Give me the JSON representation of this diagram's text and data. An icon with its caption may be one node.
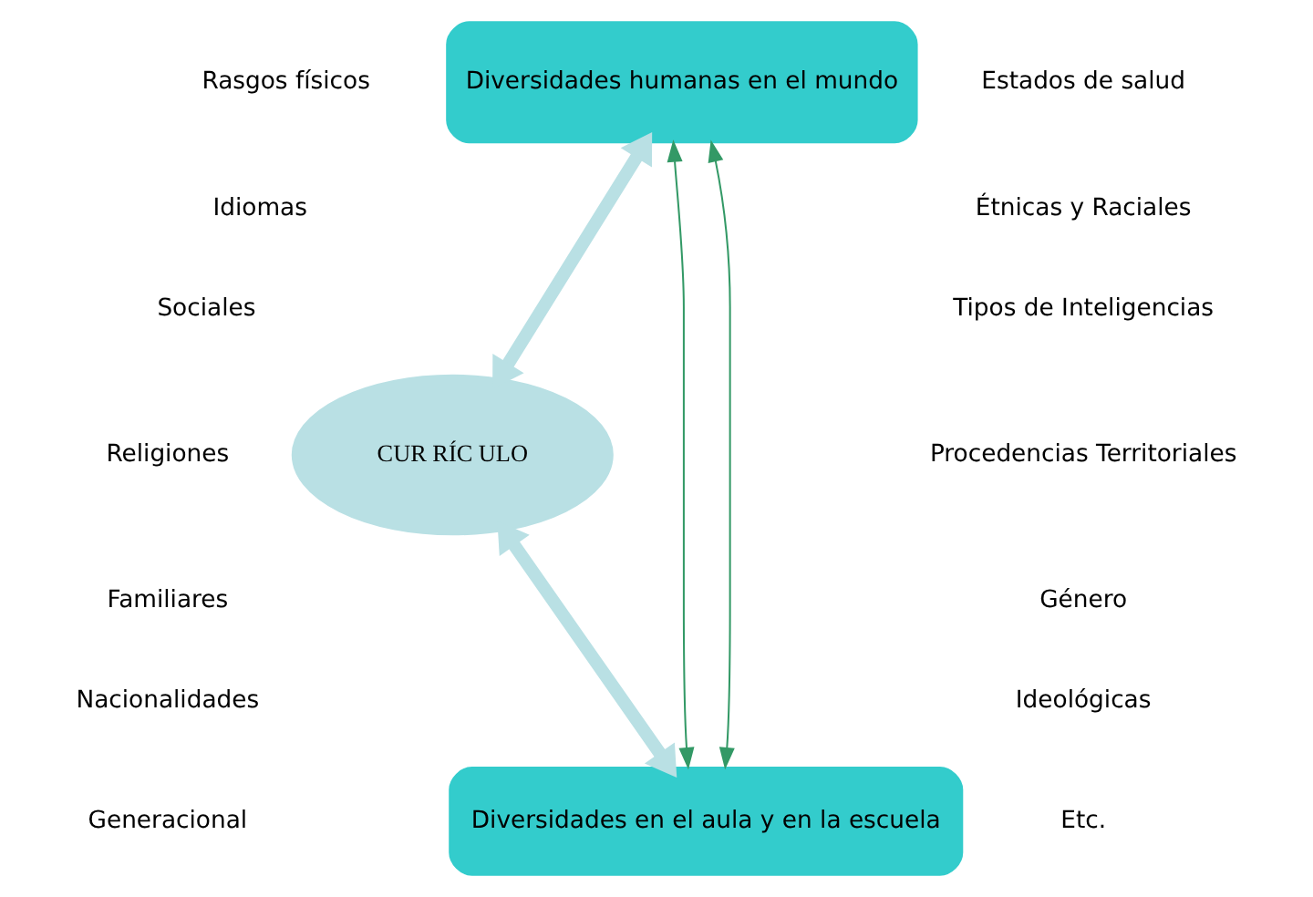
{
  "diagram": {
    "nodes": [
      {
        "text": [
          "Diversidades humanas en el mundo"
        ]
      },
      {
        "text": [
          "CUR RÍC ULO"
        ]
      },
      {
        "text": [
          "Diversidades en el aula y en la escuela"
        ]
      }
    ],
    "edges": [
      {
        "from": 0,
        "to": 1,
        "arrow": "both",
        "style": "thick",
        "color": "#b9e0e4"
      },
      {
        "from": 1,
        "to": 2,
        "arrow": "both",
        "style": "thick",
        "color": "#b9e0e4"
      },
      {
        "from": 0,
        "to": 2,
        "arrow": "both",
        "color": "#339966"
      },
      {
        "from": 0,
        "to": 2,
        "arrow": "both",
        "color": "#339966"
      }
    ],
    "labels": [
      "Rasgos físicos",
      "Idiomas",
      "Sociales",
      "Religiones",
      "Familiares",
      "Nacionalidades",
      "Generacional",
      "Estados de salud",
      "Étnicas y Raciales",
      "Tipos de Inteligencias",
      "Procedencias Territoriales",
      "Género",
      "Ideológicas",
      "Etc."
    ]
  }
}
